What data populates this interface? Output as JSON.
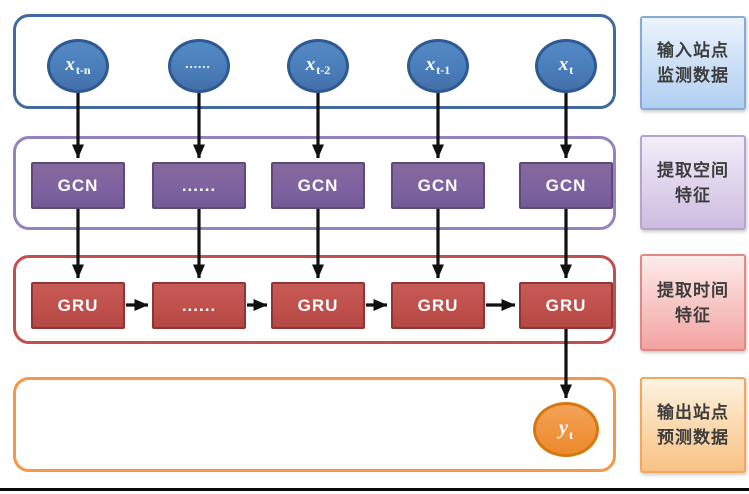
{
  "palette": {
    "input_node_fill": "#4a7ebb",
    "input_node_border": "#2d5a92",
    "gcn_fill": "#7d62a0",
    "gcn_border": "#5d4a78",
    "gru_fill": "#bf4f4b",
    "gru_border": "#8f3634",
    "output_node_fill": "#f0943f",
    "output_node_border": "#d9770f",
    "input_row_border": "#44699f",
    "spatial_row_border": "#9583bd",
    "temporal_row_border": "#c2504e",
    "output_row_border": "#f79646",
    "arrow_color": "#111111"
  },
  "columns": [
    {
      "input_base": "x",
      "input_sub": "t-n",
      "gcn": "GCN",
      "gru": "GRU"
    },
    {
      "input_base": "......",
      "input_sub": "",
      "gcn": "......",
      "gru": "......"
    },
    {
      "input_base": "x",
      "input_sub": "t-2",
      "gcn": "GCN",
      "gru": "GRU"
    },
    {
      "input_base": "x",
      "input_sub": "t-1",
      "gcn": "GCN",
      "gru": "GRU"
    },
    {
      "input_base": "x",
      "input_sub": "t",
      "gcn": "GCN",
      "gru": "GRU"
    }
  ],
  "output_node": {
    "base": "y",
    "sub": "t"
  },
  "side_labels": {
    "input": {
      "line1": "输入站点",
      "line2": "监测数据"
    },
    "spatial": {
      "line1": "提取空间",
      "line2": "特征"
    },
    "temporal": {
      "line1": "提取时间",
      "line2": "特征"
    },
    "output": {
      "line1": "输出站点",
      "line2": "预测数据"
    }
  }
}
